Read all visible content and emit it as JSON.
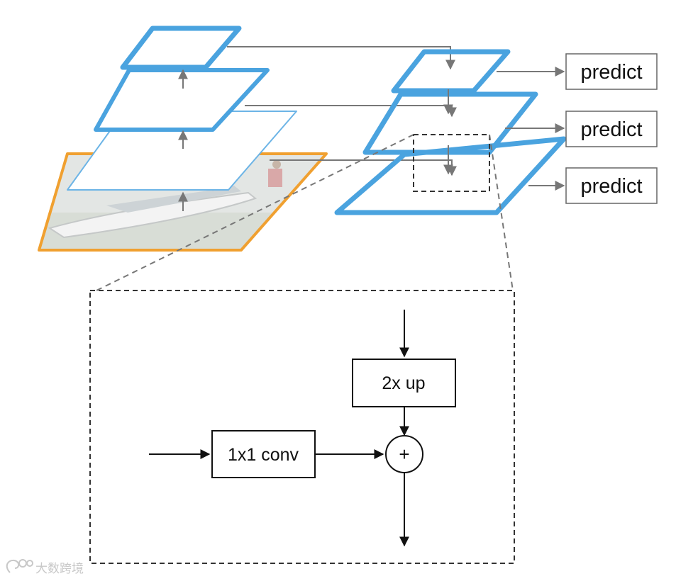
{
  "diagram": {
    "predict_labels": [
      "predict",
      "predict",
      "predict"
    ],
    "upsample_label": "2x up",
    "conv_label": "1x1 conv",
    "merge_symbol": "+",
    "watermark": "大数跨境"
  },
  "colors": {
    "pyramid_blue": "#4aa3df",
    "pyramid_light_blue": "#6cb4e6",
    "image_border_orange": "#f0a030",
    "arrow_gray": "#777777",
    "line_black": "#111111"
  },
  "icons": {
    "watermark_logo": "swirl-logo-icon"
  }
}
